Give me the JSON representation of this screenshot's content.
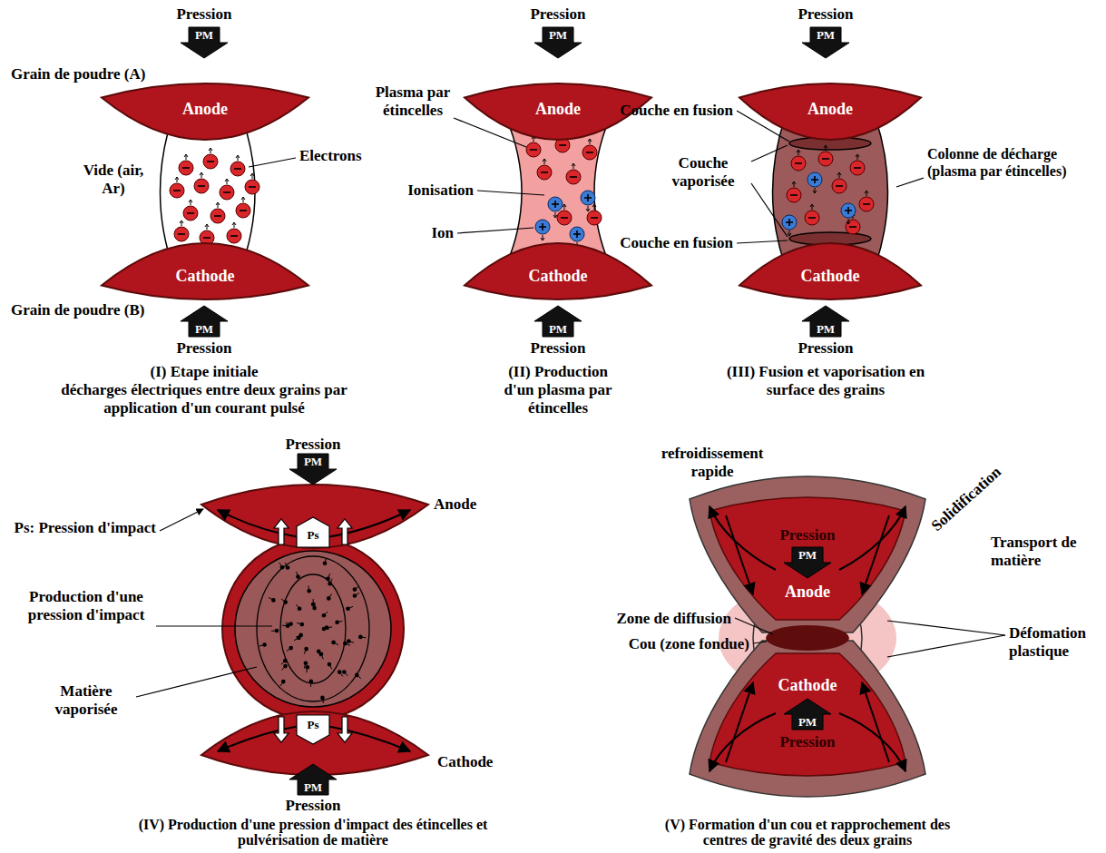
{
  "diagram": {
    "nodes": [
      {
        "text": [
          "Anode"
        ]
      },
      {
        "text": [
          "Cathode"
        ]
      },
      {
        "text": [
          "Anode"
        ]
      },
      {
        "text": [
          "Cathode"
        ]
      },
      {
        "text": [
          "Anode"
        ]
      },
      {
        "text": [
          "Cathode"
        ]
      },
      {
        "text": [
          "Anode"
        ]
      },
      {
        "text": [
          "Cathode"
        ]
      }
    ],
    "labels": [
      "Pression",
      "PM",
      "Grain de poudre (A)",
      "Vide (air, Ar)",
      "Electrons",
      "Grain de poudre (B)",
      "PM",
      "Pression",
      "(I) Etape initiale",
      "décharges électriques entre deux grains par application d'un courant pulsé",
      "Pression",
      "PM",
      "Plasma par étincelles",
      "Ionisation",
      "Ion",
      "PM",
      "Pression",
      "(II) Production d'un plasma par étincelles",
      "Pression",
      "PM",
      "Couche en fusion",
      "Couche vaporisée",
      "Couche en fusion",
      "Colonne de décharge (plasma par étincelles)",
      "PM",
      "Pression",
      "(III) Fusion et vaporisation en surface des grains",
      "Pression",
      "PM",
      "Anode",
      "Ps: Pression d'impact",
      "Ps",
      "Production d'une pression d'impact",
      "Matière vaporisée",
      "Ps",
      "Cathode",
      "PM",
      "Pression",
      "(IV) Production d'une pression d'impact des étincelles et pulvérisation de matière",
      "refroidissement rapide",
      "Solidification",
      "Pression",
      "PM",
      "Transport de matière",
      "Zone de diffusion",
      "Cou (zone fondue)",
      "Défomation plastique",
      "PM",
      "Pression",
      "(V) Formation d'un cou et rapprochement des centres de gravité des deux grains"
    ]
  }
}
